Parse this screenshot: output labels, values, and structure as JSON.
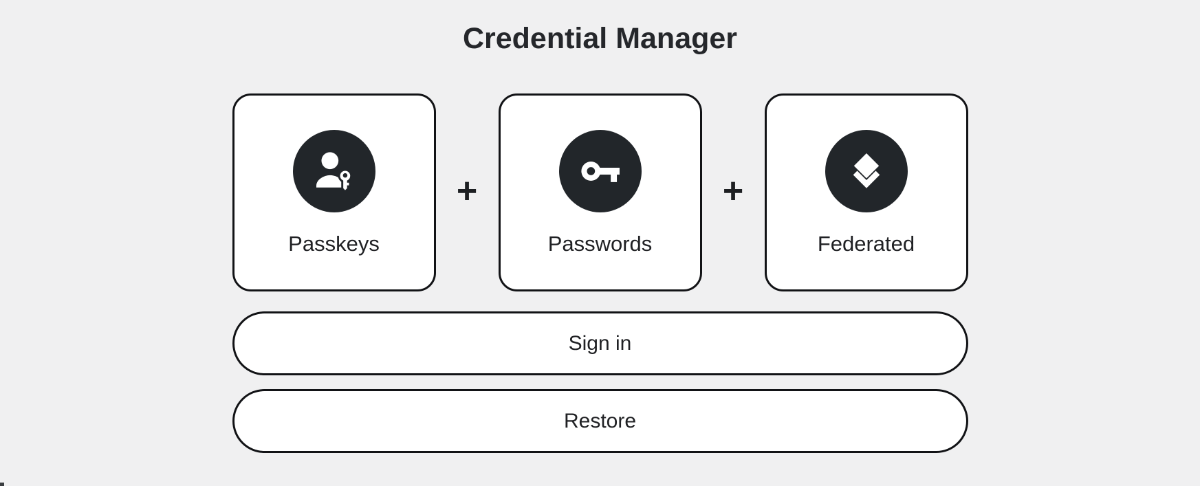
{
  "page": {
    "title": "Credential Manager"
  },
  "cards": [
    {
      "label": "Passkeys",
      "icon": "passkey-person-key-icon"
    },
    {
      "label": "Passwords",
      "icon": "key-icon"
    },
    {
      "label": "Federated",
      "icon": "stacked-layers-icon"
    }
  ],
  "separators": {
    "plus": "+"
  },
  "buttons": {
    "sign_in_label": "Sign in",
    "restore_label": "Restore"
  },
  "colors": {
    "page_background": "#f0f0f1",
    "card_background": "#ffffff",
    "card_border": "#121316",
    "icon_circle": "#22262a",
    "text": "#202124"
  }
}
